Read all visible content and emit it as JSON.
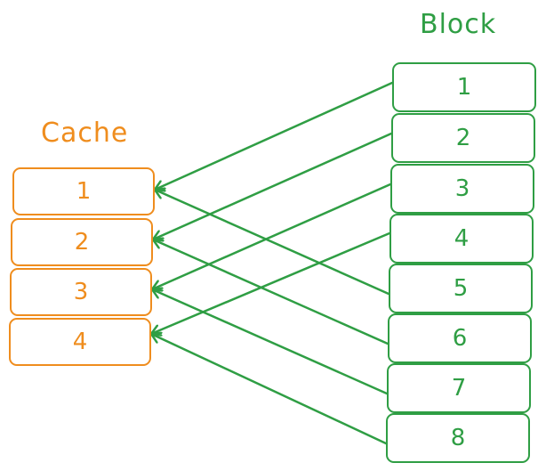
{
  "cache": {
    "title": "Cache",
    "slots": [
      "1",
      "2",
      "3",
      "4"
    ]
  },
  "block": {
    "title": "Block",
    "slots": [
      "1",
      "2",
      "3",
      "4",
      "5",
      "6",
      "7",
      "8"
    ]
  },
  "mappings": [
    {
      "block": "1",
      "cache": "1"
    },
    {
      "block": "2",
      "cache": "2"
    },
    {
      "block": "3",
      "cache": "3"
    },
    {
      "block": "4",
      "cache": "4"
    },
    {
      "block": "5",
      "cache": "1"
    },
    {
      "block": "6",
      "cache": "2"
    },
    {
      "block": "7",
      "cache": "3"
    },
    {
      "block": "8",
      "cache": "4"
    }
  ],
  "colors": {
    "cache": "#ef8d1e",
    "block": "#2f9e44"
  }
}
